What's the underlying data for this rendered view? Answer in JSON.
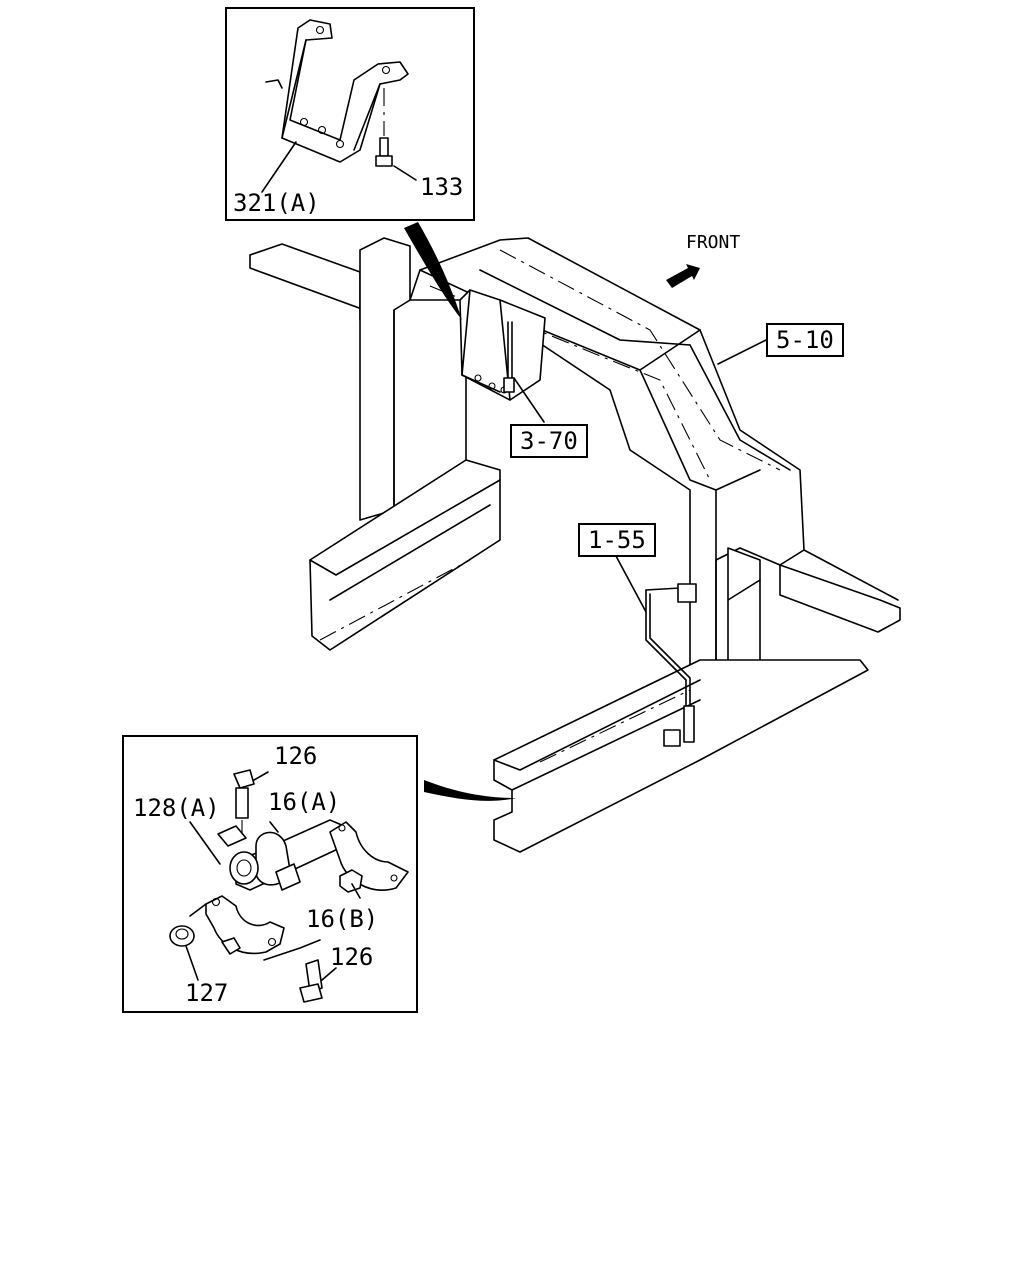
{
  "front_label": "FRONT",
  "refs": {
    "r510": "5-10",
    "r370": "3-70",
    "r155": "1-55"
  },
  "inset_top": {
    "bracket_label": "321(A)",
    "bolt_label": "133"
  },
  "inset_bottom": {
    "bolt_top_label": "126",
    "washer_label": "128(A)",
    "clamp_a_label": "16(A)",
    "clamp_b_label": "16(B)",
    "bolt_bottom_label": "126",
    "nut_label": "127"
  }
}
